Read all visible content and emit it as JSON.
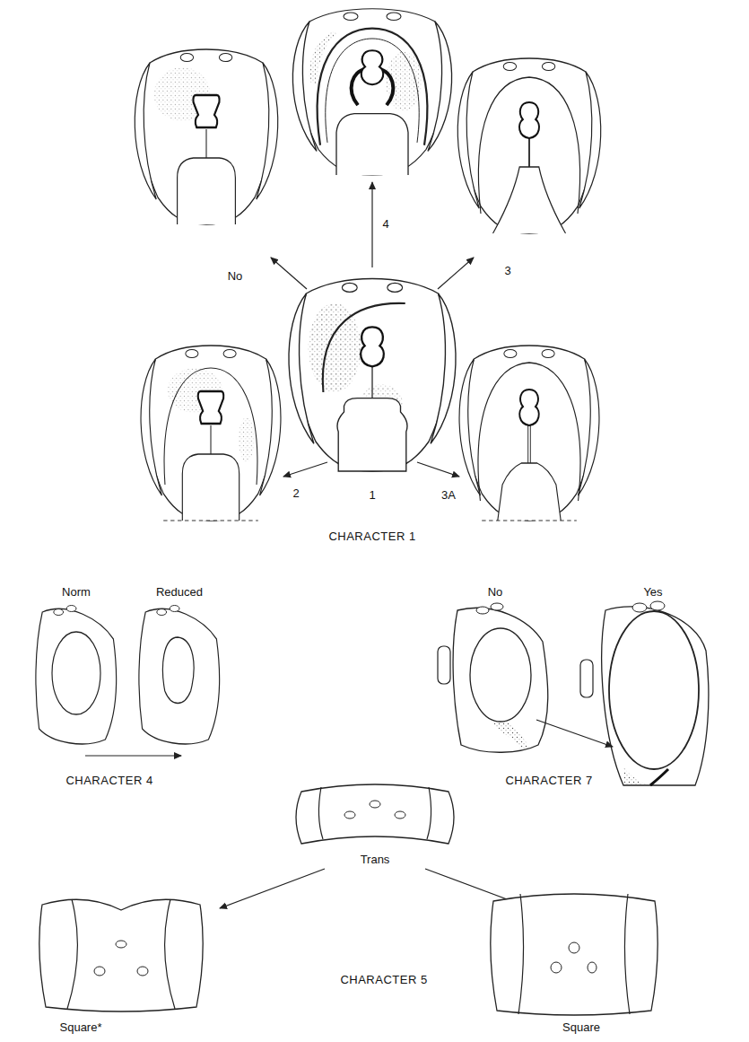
{
  "diagram": {
    "labels": [
      "No",
      "4",
      "3",
      "2",
      "1",
      "3A",
      "CHARACTER 1",
      "Norm",
      "Reduced",
      "No",
      "Yes",
      "CHARACTER 4",
      "CHARACTER 7",
      "Trans",
      "Square*",
      "CHARACTER 5",
      "Square"
    ]
  }
}
